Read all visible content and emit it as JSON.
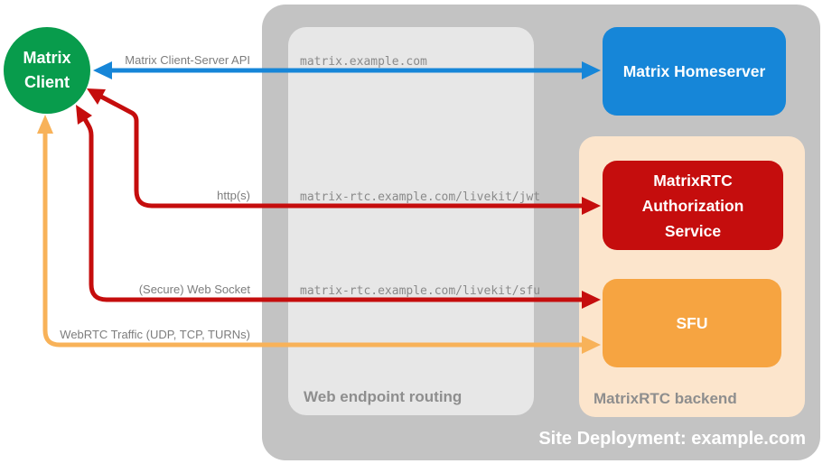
{
  "colors": {
    "green": "#089c4c",
    "blue": "#1686d8",
    "red": "#c50d0d",
    "orange_box": "#f6a441",
    "orange_arrow": "#f8b259",
    "container_bg": "#c3c3c3",
    "routing_bg": "#e7e7e7",
    "backend_bg": "#fce5cc"
  },
  "containers": {
    "site": {
      "label": "Site Deployment: example.com"
    },
    "routing": {
      "label": "Web endpoint routing"
    },
    "backend": {
      "label": "MatrixRTC backend"
    }
  },
  "nodes": {
    "client": {
      "label": "Matrix Client"
    },
    "homeserver": {
      "label": "Matrix Homeserver"
    },
    "auth": {
      "label": "MatrixRTC Authorization Service"
    },
    "sfu": {
      "label": "SFU"
    }
  },
  "arrows": [
    {
      "name": "matrix-client-server-api",
      "label": "Matrix Client-Server API",
      "endpoint_url": "matrix.example.com",
      "from": "Matrix Client",
      "to": "Matrix Homeserver",
      "direction": "bidirectional"
    },
    {
      "name": "https",
      "label": "http(s)",
      "endpoint_url": "matrix-rtc.example.com/livekit/jwt",
      "from": "Matrix Client",
      "to": "MatrixRTC Authorization Service",
      "direction": "bidirectional"
    },
    {
      "name": "secure-web-socket",
      "label": "(Secure) Web Socket",
      "endpoint_url": "matrix-rtc.example.com/livekit/sfu",
      "from": "Matrix Client",
      "to": "SFU",
      "direction": "bidirectional"
    },
    {
      "name": "webrtc-traffic",
      "label": "WebRTC Traffic (UDP, TCP, TURNs)",
      "endpoint_url": "",
      "from": "Matrix Client",
      "to": "SFU",
      "direction": "bidirectional"
    }
  ]
}
